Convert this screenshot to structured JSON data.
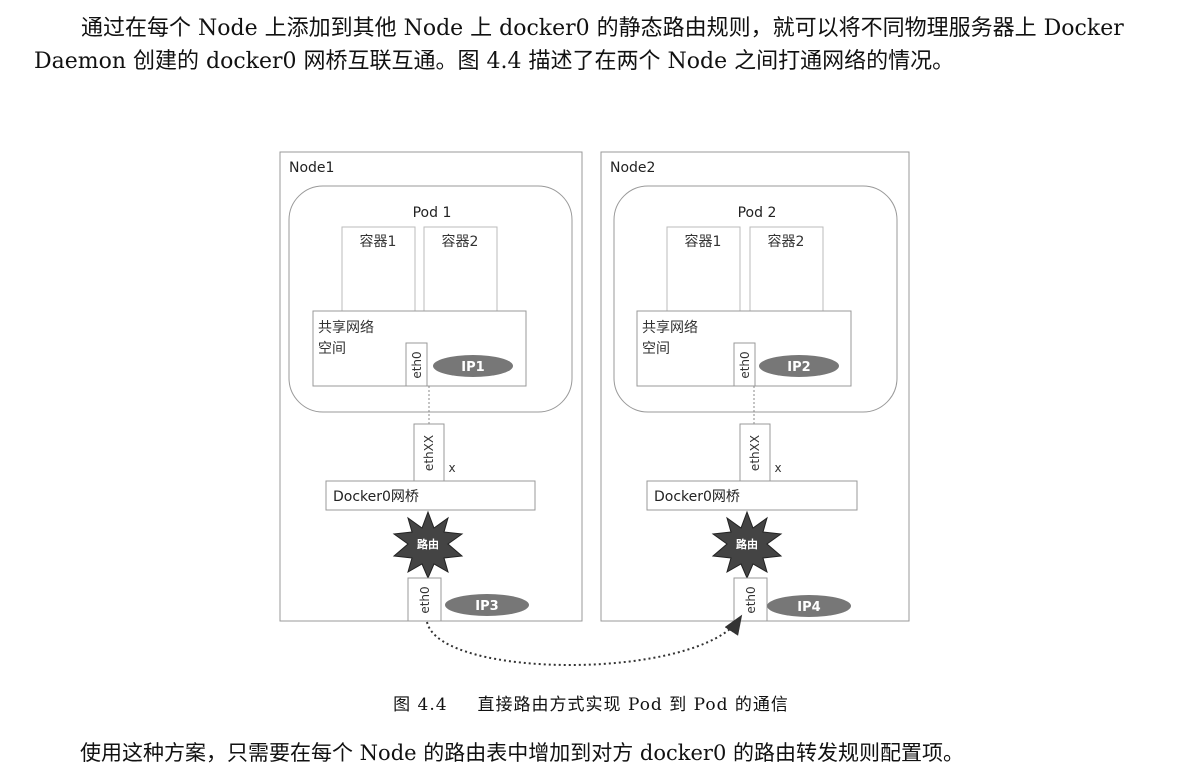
{
  "paragraphs": [
    "通过在每个 Node 上添加到其他 Node 上 docker0 的静态路由规则，就可以将不同物理服务器上 Docker Daemon 创建的 docker0 网桥互联互通。图 4.4 描述了在两个 Node 之间打通网络的情况。",
    "使用这种方案，只需要在每个 Node 的路由表中增加到对方 docker0 的路由转发规则配置项。"
  ],
  "figure": {
    "caption_number": "图 4.4",
    "caption_text": "直接路由方式实现 Pod 到 Pod 的通信",
    "nodes": [
      {
        "name": "Node1",
        "pod": "Pod 1",
        "container1": "容器1",
        "container2": "容器2",
        "netns_line1": "共享网络",
        "netns_line2": "空间",
        "pod_eth": "eth0",
        "pod_ip": "IP1",
        "veth": "ethXX",
        "veth_mark": "x",
        "bridge": "Docker0网桥",
        "router": "路由",
        "host_eth": "eth0",
        "host_ip": "IP3"
      },
      {
        "name": "Node2",
        "pod": "Pod 2",
        "container1": "容器1",
        "container2": "容器2",
        "netns_line1": "共享网络",
        "netns_line2": "空间",
        "pod_eth": "eth0",
        "pod_ip": "IP2",
        "veth": "ethXX",
        "veth_mark": "x",
        "bridge": "Docker0网桥",
        "router": "路由",
        "host_eth": "eth0",
        "host_ip": "IP4"
      }
    ]
  }
}
